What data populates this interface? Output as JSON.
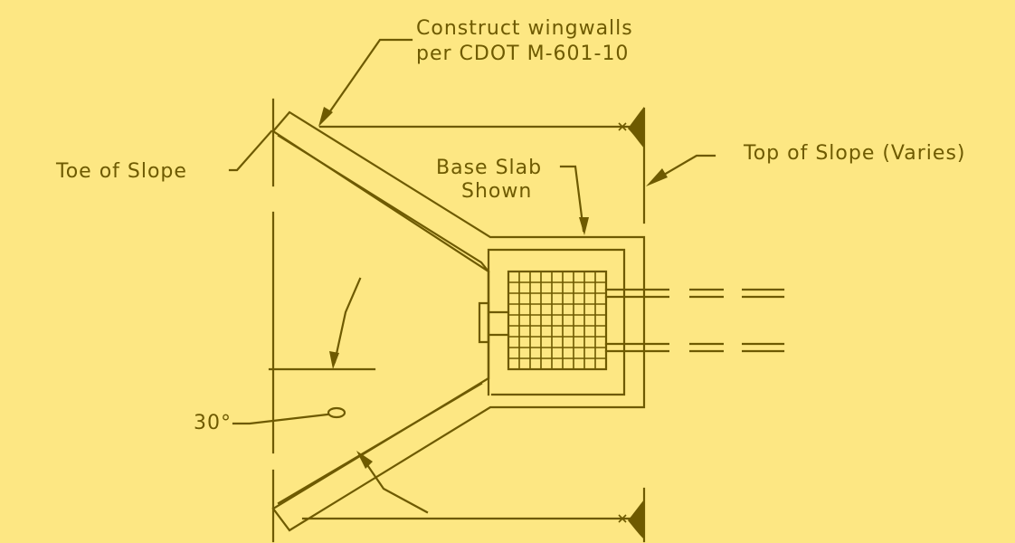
{
  "labels": {
    "wingwall_note_line1": "Construct wingwalls",
    "wingwall_note_line2": "per CDOT M-601-10",
    "toe_of_slope": "Toe of Slope",
    "top_of_slope": "Top of Slope (Varies)",
    "base_slab_line1": "Base Slab",
    "base_slab_line2": "Shown",
    "angle": "30°"
  },
  "colors": {
    "background": "#FDE783",
    "linework": "#6E5A00"
  }
}
